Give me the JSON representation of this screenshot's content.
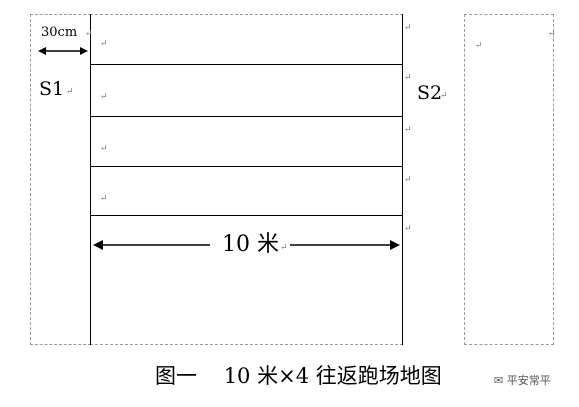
{
  "labels": {
    "width_marker": "30cm",
    "start_line": "S1",
    "end_line": "S2",
    "distance": "10 米",
    "caption": "图一    10 米×4 往返跑场地图",
    "watermark": "平安常平"
  },
  "paragraph_mark": "↵",
  "lane_count": 4
}
